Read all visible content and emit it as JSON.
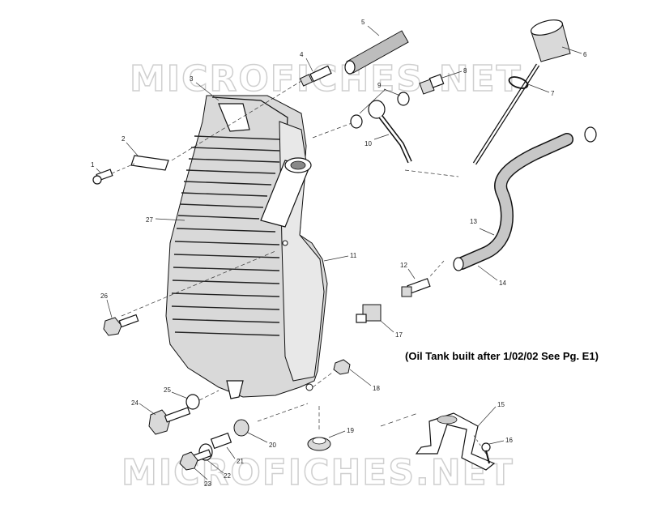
{
  "watermark": {
    "text": "MICROFICHES.NET"
  },
  "note": "(Oil Tank built after 1/02/02 See Pg. E1)",
  "callouts": [
    "1",
    "2",
    "3",
    "4",
    "5",
    "6",
    "7",
    "8",
    "9",
    "10",
    "11",
    "12",
    "13",
    "14",
    "15",
    "16",
    "17",
    "18",
    "19",
    "20",
    "21",
    "22",
    "23",
    "24",
    "25",
    "26",
    "27"
  ]
}
